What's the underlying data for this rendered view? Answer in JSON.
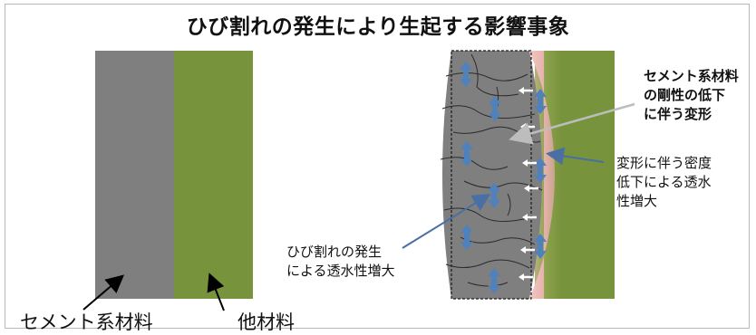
{
  "title": "ひび割れの発生により生起する影響事象",
  "left_panel": {
    "cement_label": "セメント系材料",
    "other_label": "他材料"
  },
  "right_panel": {
    "deformation_label": [
      "セメント系材料",
      "の剛性の低下",
      "に伴う変形"
    ],
    "density_label": [
      "変形に伴う密度",
      "低下による透水",
      "性増大"
    ],
    "crack_label": [
      "ひび割れの発生",
      "による透水性増大"
    ]
  },
  "colors": {
    "cement": "#7f7f7f",
    "other_material": "#77933c",
    "interface_zone": "#e6b9b8",
    "permeability_arrow": "#4f81bd",
    "pointer_line": "#4a6fa5",
    "crack_line": "#2b2b2b"
  }
}
